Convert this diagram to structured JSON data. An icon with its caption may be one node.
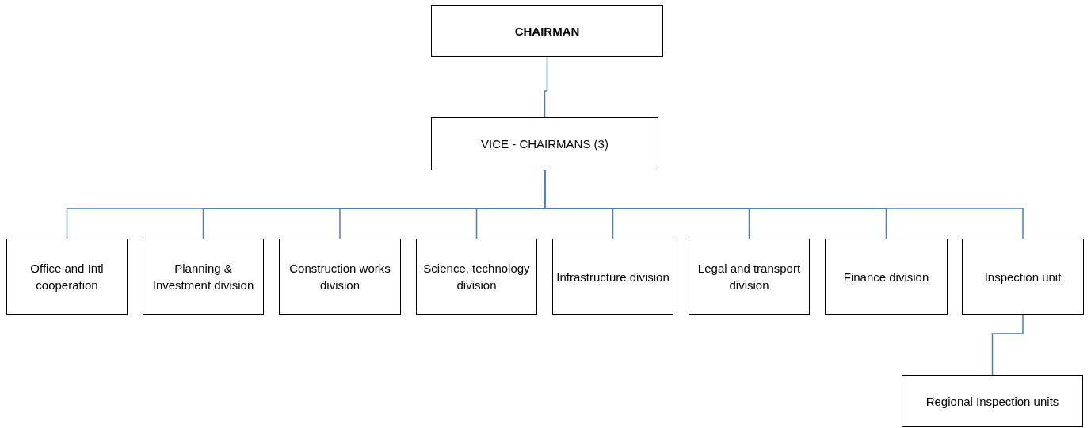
{
  "diagram": {
    "nodes": [
      {
        "text": [
          "CHAIRMAN"
        ]
      },
      {
        "text": [
          "VICE - CHAIRMANS (3)"
        ]
      },
      {
        "text": [
          "Office and Intl cooperation"
        ]
      },
      {
        "text": [
          "Planning & Investment division"
        ]
      },
      {
        "text": [
          "Construction works division"
        ]
      },
      {
        "text": [
          "Science, technology division"
        ]
      },
      {
        "text": [
          "Infrastructure division"
        ]
      },
      {
        "text": [
          "Legal and transport division"
        ]
      },
      {
        "text": [
          "Finance division"
        ]
      },
      {
        "text": [
          "Inspection unit"
        ]
      },
      {
        "text": [
          "Regional Inspection units"
        ]
      }
    ],
    "edges": [
      {
        "from": 0,
        "to": 1,
        "arrow": "none"
      },
      {
        "from": 1,
        "to": 2,
        "arrow": "none"
      },
      {
        "from": 1,
        "to": 3,
        "arrow": "none"
      },
      {
        "from": 1,
        "to": 4,
        "arrow": "none"
      },
      {
        "from": 1,
        "to": 5,
        "arrow": "none"
      },
      {
        "from": 1,
        "to": 6,
        "arrow": "none"
      },
      {
        "from": 1,
        "to": 7,
        "arrow": "none"
      },
      {
        "from": 1,
        "to": 8,
        "arrow": "none"
      },
      {
        "from": 1,
        "to": 9,
        "arrow": "none"
      },
      {
        "from": 9,
        "to": 10,
        "arrow": "none"
      }
    ]
  }
}
